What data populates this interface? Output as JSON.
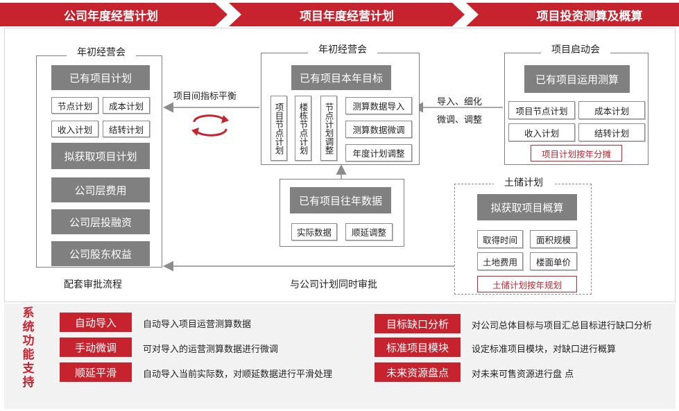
{
  "header": {
    "stage1": "公司年度经营计划",
    "stage2": "项目年度经营计划",
    "stage3": "项目投资测算及概算"
  },
  "company": {
    "title": "年初经营会",
    "existing": "已有项目计划",
    "node_plan": "节点计划",
    "cost_plan": "成本计划",
    "income_plan": "收入计划",
    "carryover_plan": "结转计划",
    "to_acquire": "拟获取项目计划",
    "company_expense": "公司层费用",
    "company_finance": "公司层投融资",
    "equity": "公司股东权益",
    "approval": "配套审批流程"
  },
  "project": {
    "title": "年初经营会",
    "goal": "已有项目本年目标",
    "v1": "项目节点计划",
    "v2": "楼栋节点计划",
    "v3": "节点计划调整",
    "import": "测算数据导入",
    "tune": "测算数据微调",
    "annual_adjust": "年度计划调整",
    "history": "已有项目往年数据",
    "actual": "实际数据",
    "postpone": "顺延调整"
  },
  "launch": {
    "title": "项目启动会",
    "measure": "已有项目运用测算",
    "node_plan": "项目节点计划",
    "cost_plan": "成本计划",
    "income_plan": "收入计划",
    "carryover_plan": "结转计划",
    "split": "项目计划按年分摊"
  },
  "land": {
    "title": "土储计划",
    "estimate": "拟获取项目概算",
    "acquire_time": "取得时间",
    "area": "面积规模",
    "land_cost": "土地费用",
    "unit_price": "楼面单价",
    "yearly": "土储计划按年规划"
  },
  "flow": {
    "balance": "项目间指标平衡",
    "import_refine": "导入、细化",
    "tune_adjust": "微调、调整",
    "sync_approval": "与公司计划同时审批"
  },
  "features": {
    "title": "系统功能支持",
    "left": [
      {
        "name": "自动导入",
        "desc": "自动导入项目运营测算数据"
      },
      {
        "name": "手动微调",
        "desc": "可对导入的运营测算数据进行微调"
      },
      {
        "name": "顺延平滑",
        "desc": "自动导入当前实际数，对顺延数据进行平滑处理"
      }
    ],
    "right": [
      {
        "name": "目标缺口分析",
        "desc": "对公司总体目标与项目汇总目标进行缺口分析"
      },
      {
        "name": "标准项目模块",
        "desc": "设定标准项目模块，对缺口进行概算"
      },
      {
        "name": "未来资源盘点",
        "desc": "对未来可售资源进行盘 点"
      }
    ]
  },
  "colors": {
    "accent": "#c7232f",
    "gray": "#808080"
  }
}
